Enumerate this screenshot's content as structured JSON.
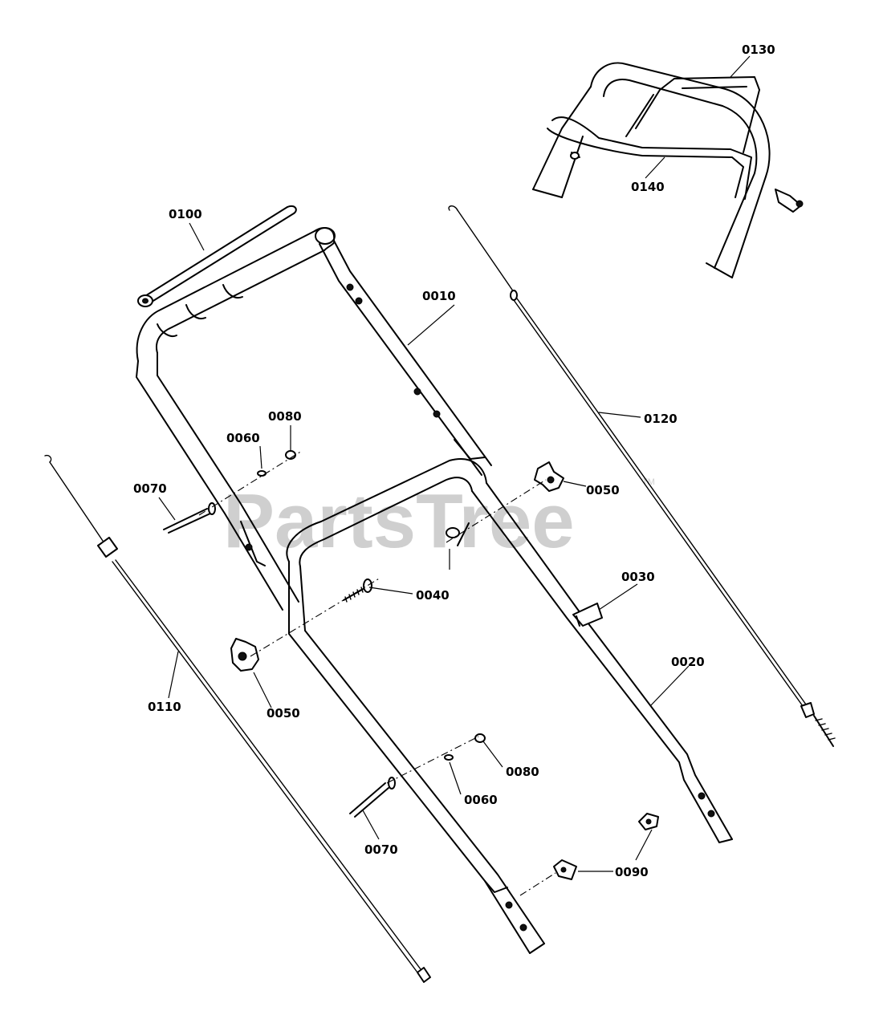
{
  "watermark": "PartsTree",
  "trademark": "TM",
  "callouts": {
    "c0010": "0010",
    "c0020": "0020",
    "c0030": "0030",
    "c0040": "0040",
    "c0050a": "0050",
    "c0050b": "0050",
    "c0060a": "0060",
    "c0060b": "0060",
    "c0070a": "0070",
    "c0070b": "0070",
    "c0080a": "0080",
    "c0080b": "0080",
    "c0090": "0090",
    "c0100": "0100",
    "c0110": "0110",
    "c0120": "0120",
    "c0130": "0130",
    "c0140": "0140"
  }
}
